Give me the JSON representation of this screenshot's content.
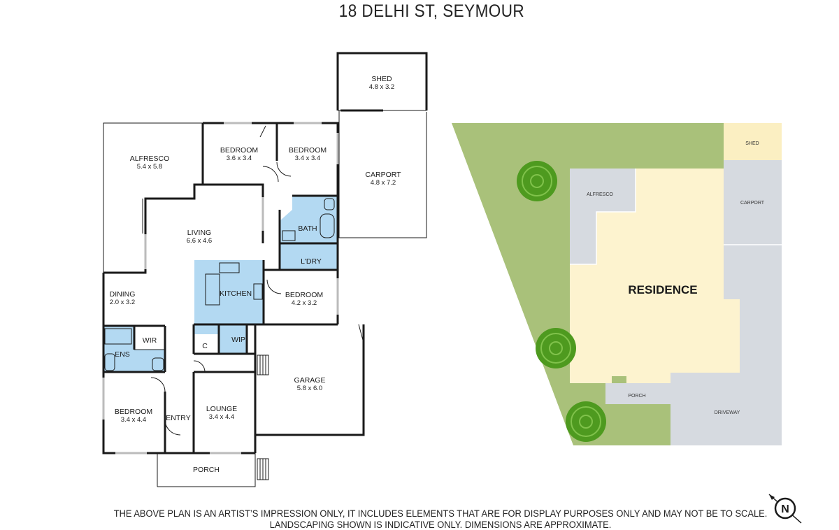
{
  "title": "18 DELHI ST, SEYMOUR",
  "rooms": {
    "shed": {
      "name": "SHED",
      "dim": "4.8 x 3.2"
    },
    "alfresco": {
      "name": "ALFRESCO",
      "dim": "5.4 x 5.8"
    },
    "bedroom1": {
      "name": "BEDROOM",
      "dim": "3.6 x 3.4"
    },
    "bedroom2": {
      "name": "BEDROOM",
      "dim": "3.4 x 3.4"
    },
    "carport": {
      "name": "CARPORT",
      "dim": "4.8 x 7.2"
    },
    "living": {
      "name": "LIVING",
      "dim": "6.6 x 4.6"
    },
    "bath": {
      "name": "BATH"
    },
    "laundry": {
      "name": "L'DRY"
    },
    "dining": {
      "name": "DINING",
      "dim": "2.0 x 3.2"
    },
    "kitchen": {
      "name": "KITCHEN"
    },
    "bedroom3": {
      "name": "BEDROOM",
      "dim": "4.2 x 3.2"
    },
    "wir": {
      "name": "WIR"
    },
    "wip": {
      "name": "WIP"
    },
    "ens": {
      "name": "ENS"
    },
    "cupboard": {
      "name": "C"
    },
    "garage": {
      "name": "GARAGE",
      "dim": "5.8 x 6.0"
    },
    "bedroom4": {
      "name": "BEDROOM",
      "dim": "3.4 x 4.4"
    },
    "entry": {
      "name": "ENTRY"
    },
    "lounge": {
      "name": "LOUNGE",
      "dim": "3.4 x 4.4"
    },
    "porch": {
      "name": "PORCH"
    }
  },
  "site": {
    "shed": "SHED",
    "alfresco": "ALFRESCO",
    "carport": "CARPORT",
    "residence": "RESIDENCE",
    "porch": "PORCH",
    "driveway": "DRIVEWAY"
  },
  "compass": {
    "label": "N"
  },
  "disclaimer": {
    "line1": "THE ABOVE PLAN IS AN ARTIST’S IMPRESSION ONLY, IT INCLUDES ELEMENTS THAT ARE FOR DISPLAY PURPOSES ONLY AND MAY NOT BE TO SCALE.",
    "line2": "LANDSCAPING SHOWN IS INDICATIVE ONLY. DIMENSIONS ARE APPROXIMATE."
  },
  "colors": {
    "wet_area": "#b3d9f2",
    "grass": "#a9c17a",
    "residence": "#fdf3cf",
    "outdoor": "#d6dae0",
    "shed_site": "#fbefc2",
    "tree": "#4e9a1f",
    "walls": "#1a1a1a"
  }
}
